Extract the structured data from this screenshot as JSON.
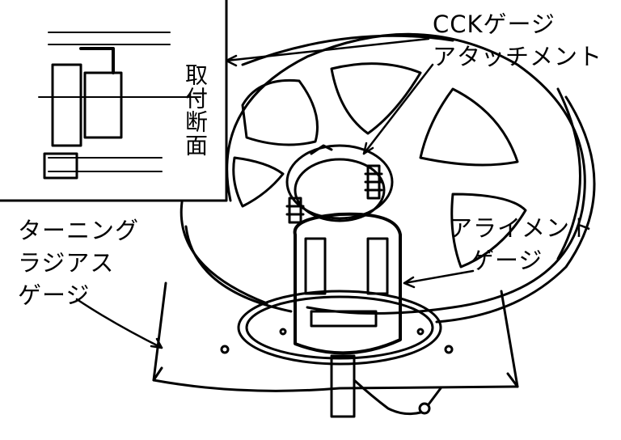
{
  "labels": {
    "cck_attachment": [
      "CCKゲージ",
      "アタッチメント"
    ],
    "mounting_section": "取付断面",
    "turning_radius_gauge": [
      "ターニング",
      "ラジアス",
      "ゲージ"
    ],
    "alignment_gauge": [
      "アライメント",
      "ゲージ"
    ]
  }
}
